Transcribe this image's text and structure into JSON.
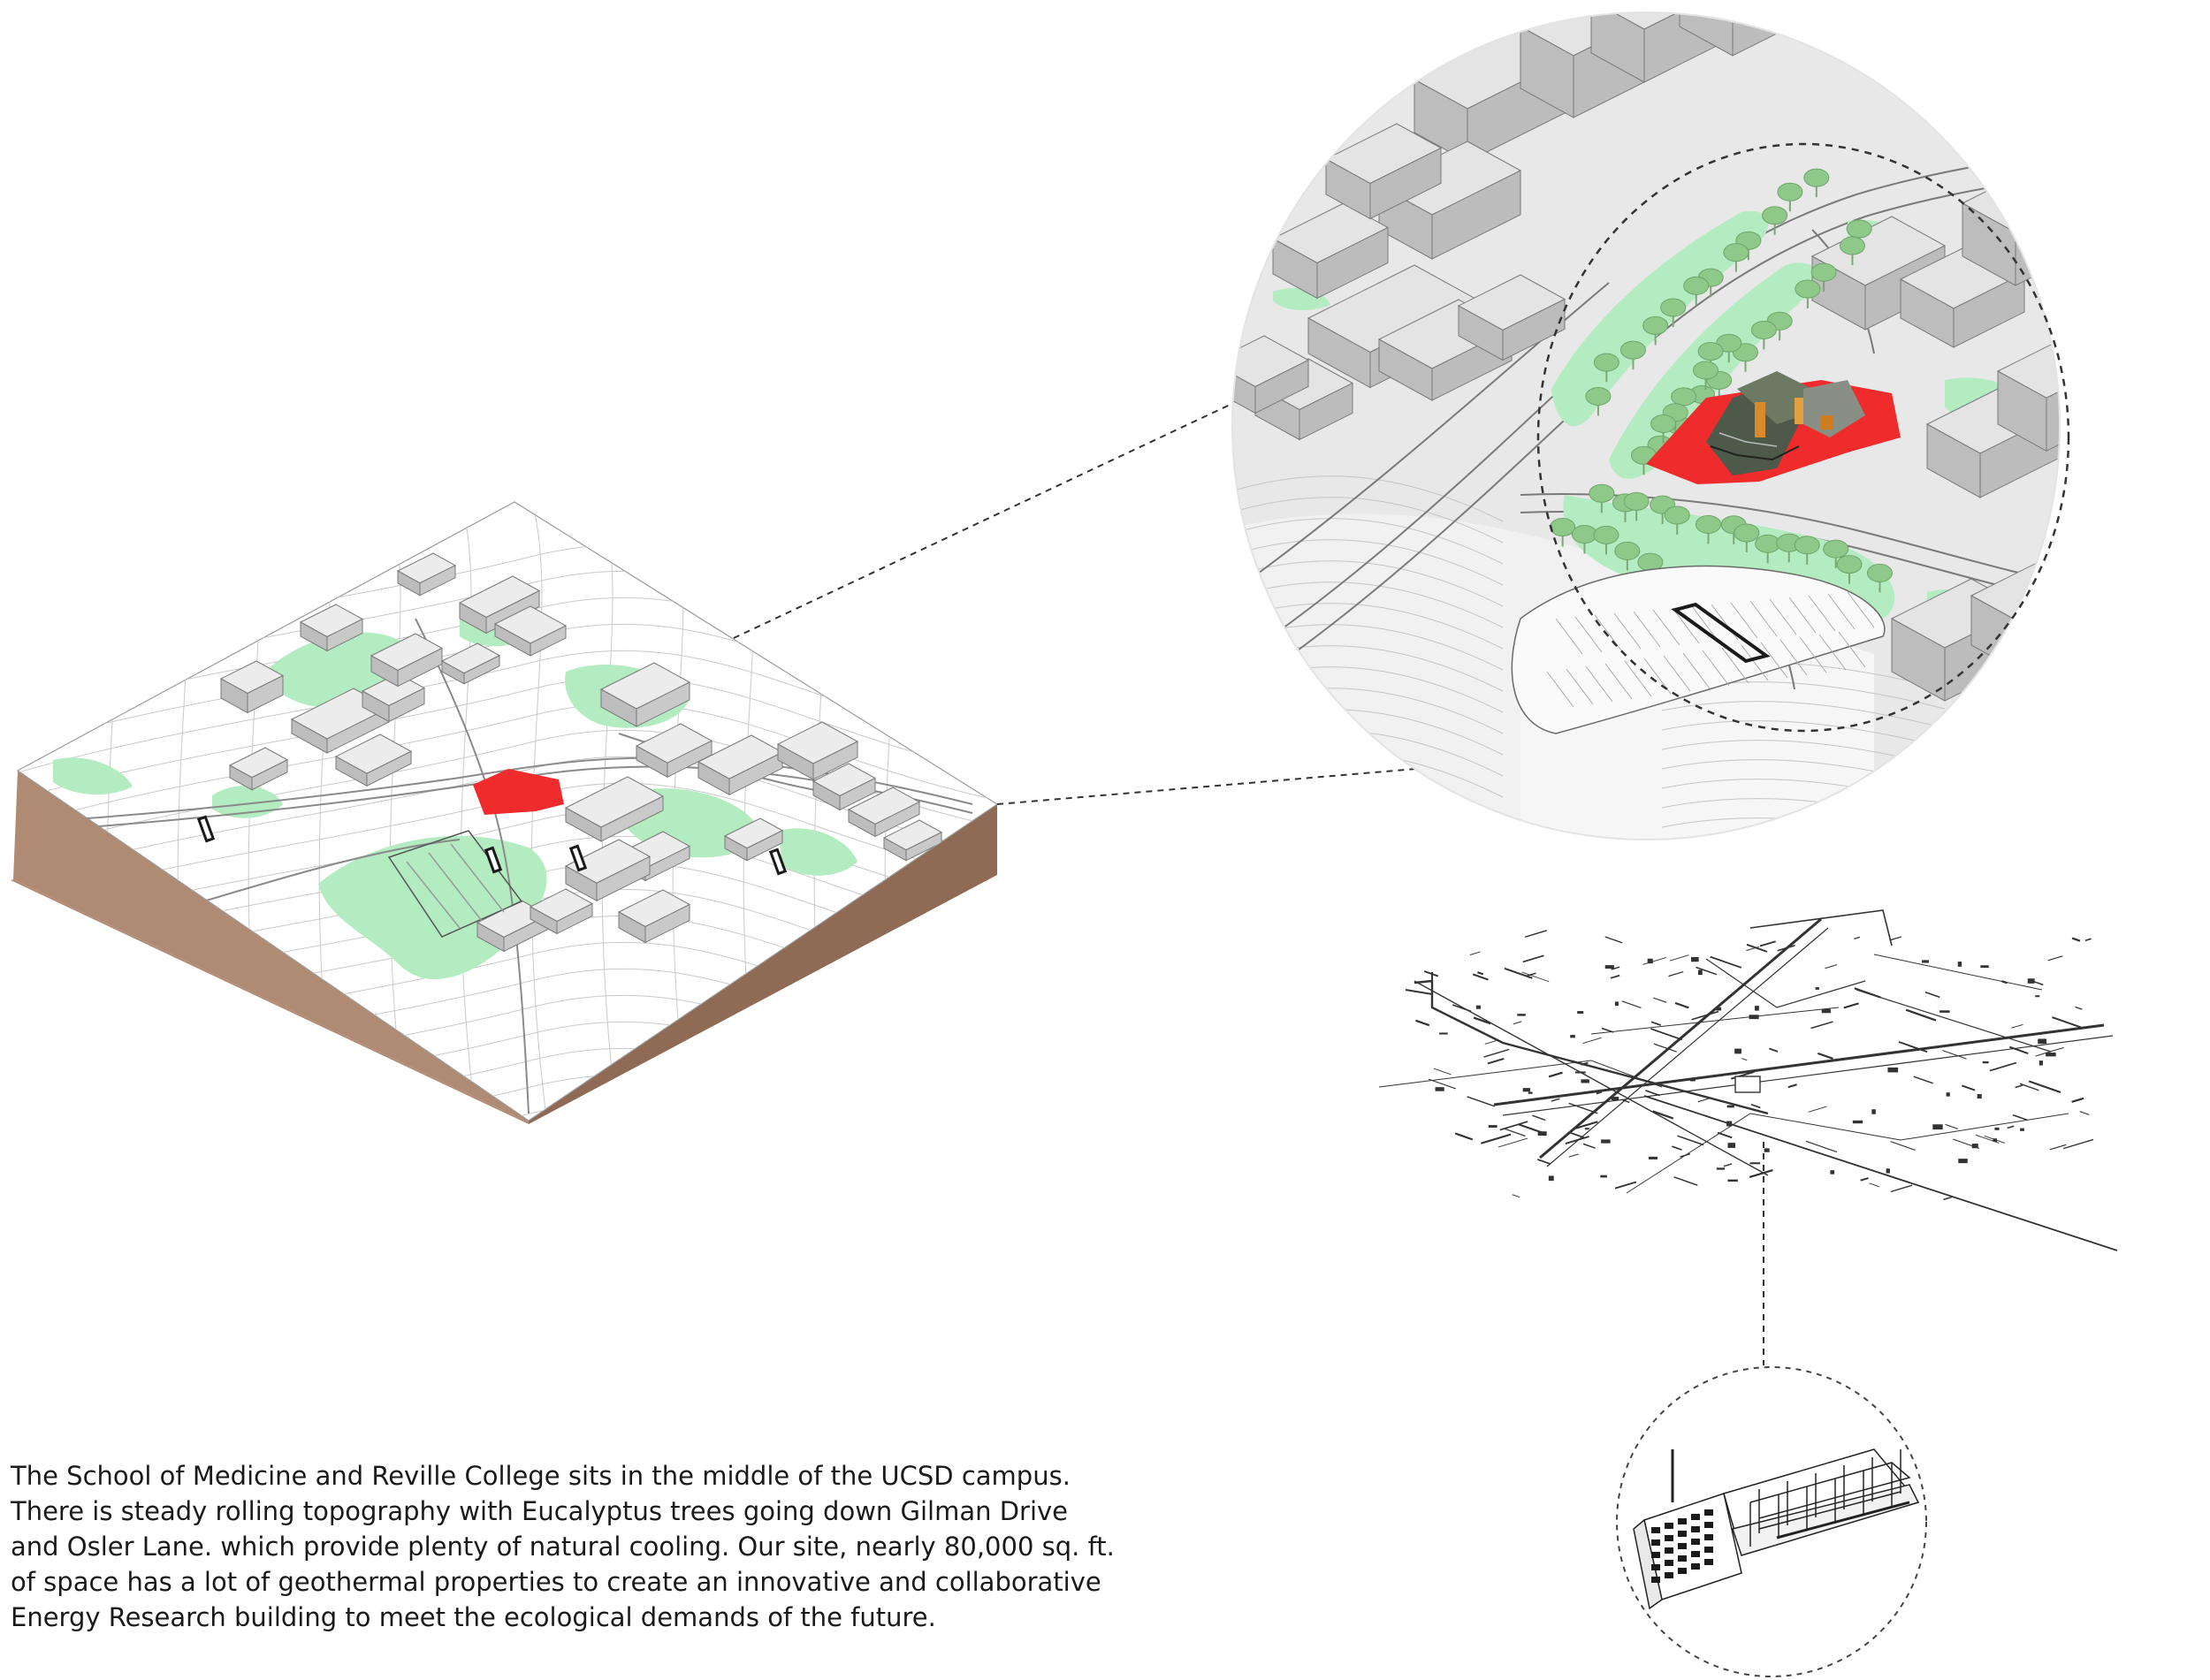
{
  "caption": {
    "lines": [
      "The School of Medicine and Reville College sits in the middle of the UCSD campus.",
      "There is steady rolling topography with Eucalyptus trees going  down Gilman Drive",
      "and Osler Lane. which provide plenty of natural cooling. Our site, nearly 80,000 sq. ft.",
      "of space has a lot of geothermal properties to create an innovative and collaborative",
      "Energy Research building to meet the ecological demands of the future."
    ]
  },
  "colors": {
    "site": "#ef2b2b",
    "green_space": "#b3ecc0",
    "soil_front": "#b08b74",
    "soil_side": "#8f6a55",
    "terrain_top": "#ffffff",
    "building": "#d6d6d6",
    "inset_bg": "#e8e8e8",
    "tree": "#8fc98a",
    "line": "#3a3a3a"
  },
  "icons": {
    "site_model": "isometric-terrain-model",
    "zoom_inset": "site-detail-circle",
    "utility_network": "underground-utility-network",
    "plant_inset": "central-plant-building"
  }
}
